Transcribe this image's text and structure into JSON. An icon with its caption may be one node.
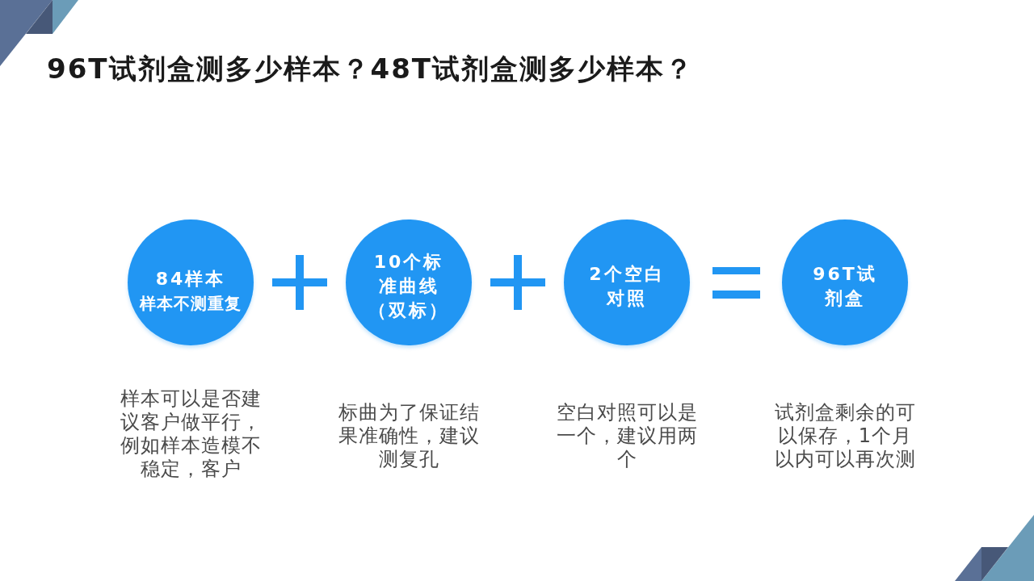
{
  "diagram": {
    "title": "96T试剂盒测多少样本？48T试剂盒测多少样本？",
    "nodes": [
      {
        "text": [
          "84样本",
          "样本不测重复"
        ],
        "beside": [
          "样本可以是否建议客户做平行，例如样本造模不稳定，客户"
        ]
      },
      {
        "text": [
          "10个标准曲线（双标）"
        ],
        "beside": [
          "标曲为了保证结果准确性，建议测复孔"
        ]
      },
      {
        "text": [
          "2个空白对照"
        ],
        "beside": [
          "空白对照可以是一个，建议用两个"
        ]
      },
      {
        "text": [
          "96T试剂盒"
        ],
        "beside": [
          "试剂盒剩余的可以保存，1个月以内可以再次测"
        ]
      }
    ]
  }
}
